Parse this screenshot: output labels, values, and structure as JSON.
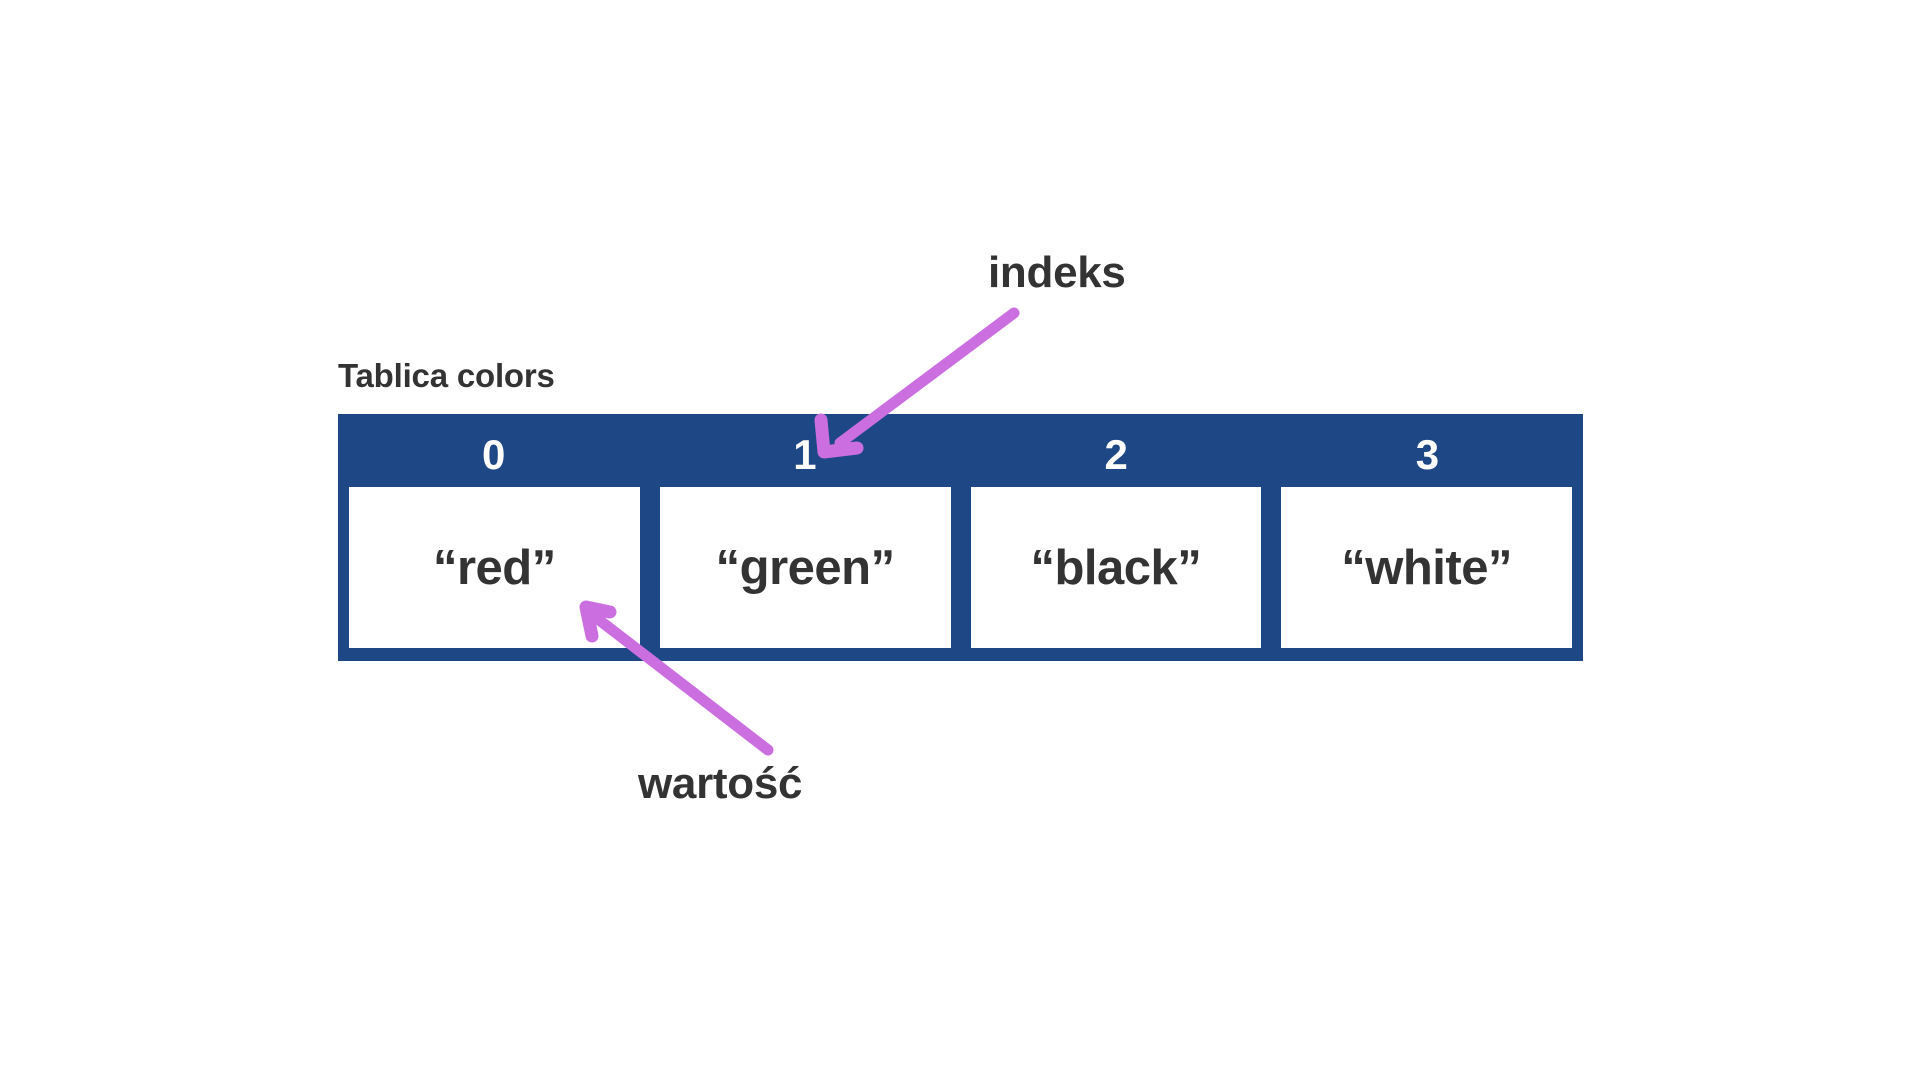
{
  "diagram": {
    "title_label": "Tablica colors",
    "array": {
      "indices": [
        "0",
        "1",
        "2",
        "3"
      ],
      "values": [
        "“red”",
        "“green”",
        "“black”",
        "“white”"
      ]
    },
    "annotations": {
      "index_label": "indeks",
      "value_label": "wartość"
    },
    "colors": {
      "array_blue": "#1E4786",
      "cell_white": "#ffffff",
      "text_dark": "#333333",
      "arrow_purple": "#CB6FE0"
    }
  }
}
